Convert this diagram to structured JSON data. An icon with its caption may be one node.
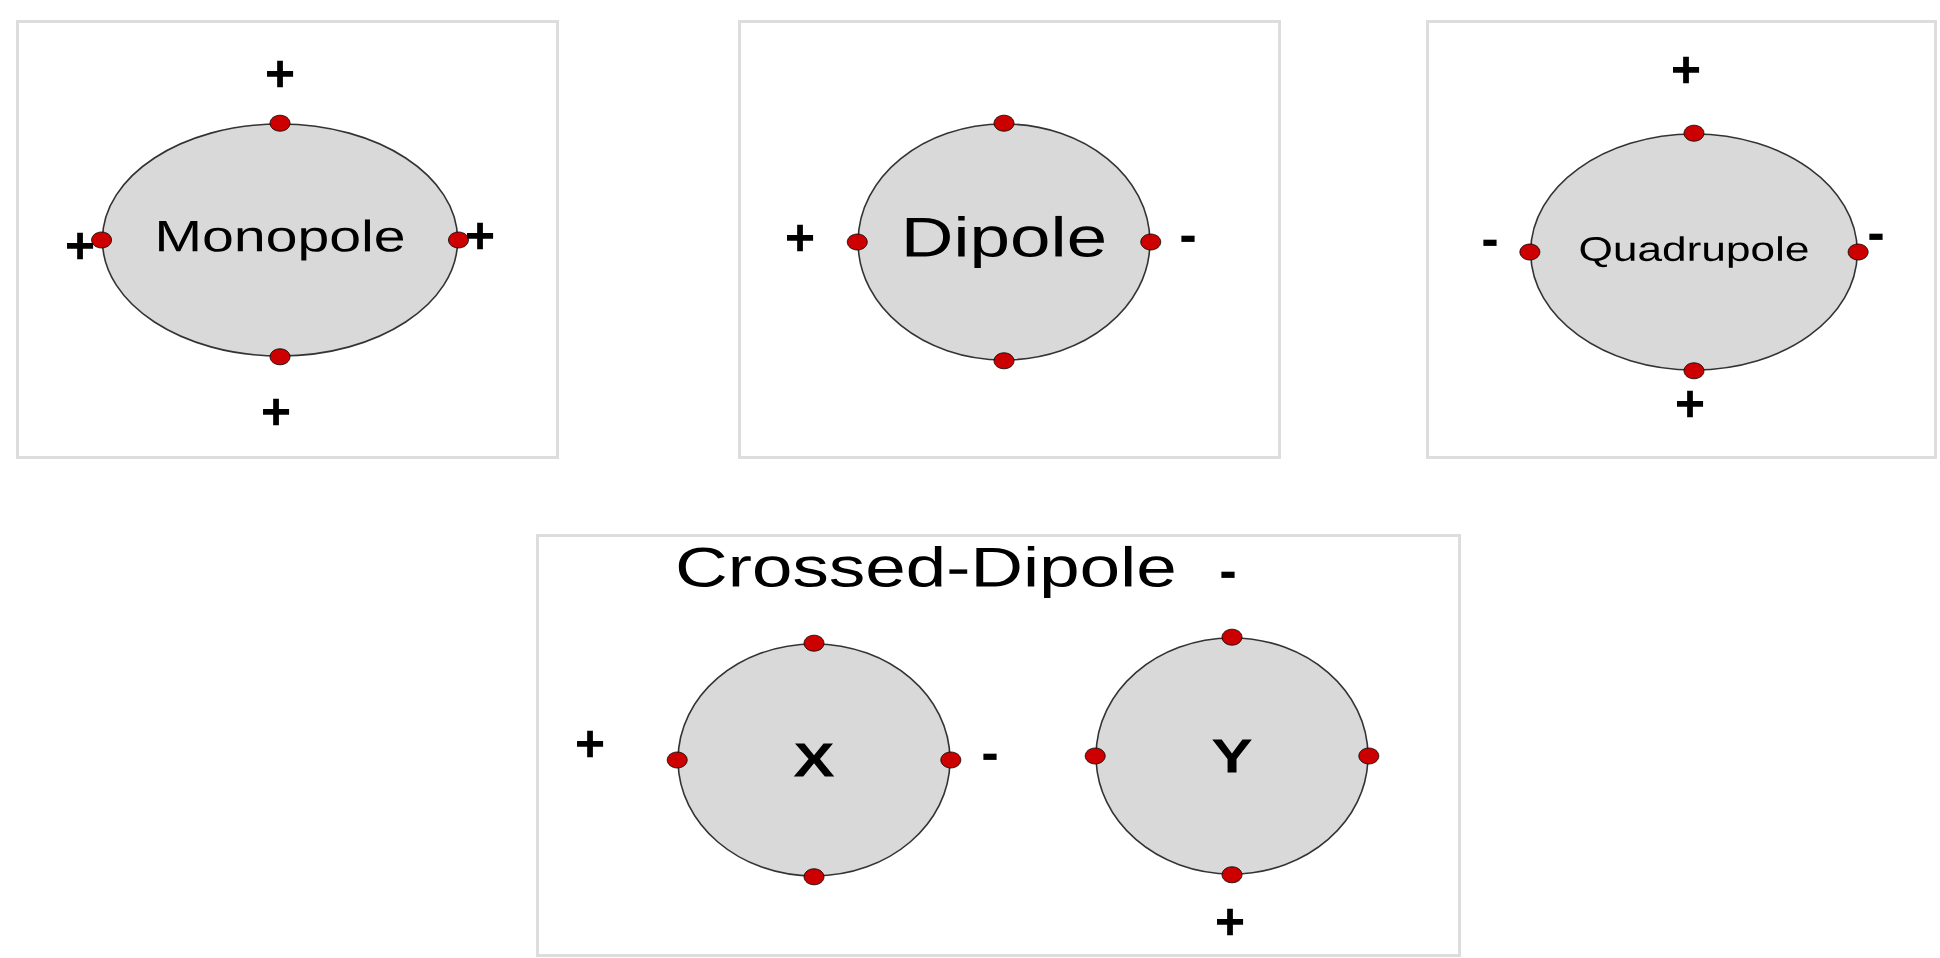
{
  "diagram": {
    "nodes": [
      {
        "text": [],
        "shape": "box"
      },
      {
        "text": [
          "Monopole"
        ],
        "in": 0
      },
      {
        "text": [],
        "shape": "box"
      },
      {
        "text": [
          "Dipole"
        ],
        "in": 2
      },
      {
        "text": [],
        "shape": "box"
      },
      {
        "text": [
          "Quadrupole"
        ],
        "in": 4
      },
      {
        "text": [
          "Crossed-Dipole"
        ]
      },
      {
        "text": [
          "X"
        ],
        "in": 6
      },
      {
        "text": [
          "Y"
        ],
        "in": 6
      }
    ],
    "labels": [
      "+",
      "+",
      "+",
      "+",
      "+",
      "-",
      "+",
      "-",
      "-",
      "+",
      "-",
      "+",
      "-",
      "+"
    ]
  }
}
